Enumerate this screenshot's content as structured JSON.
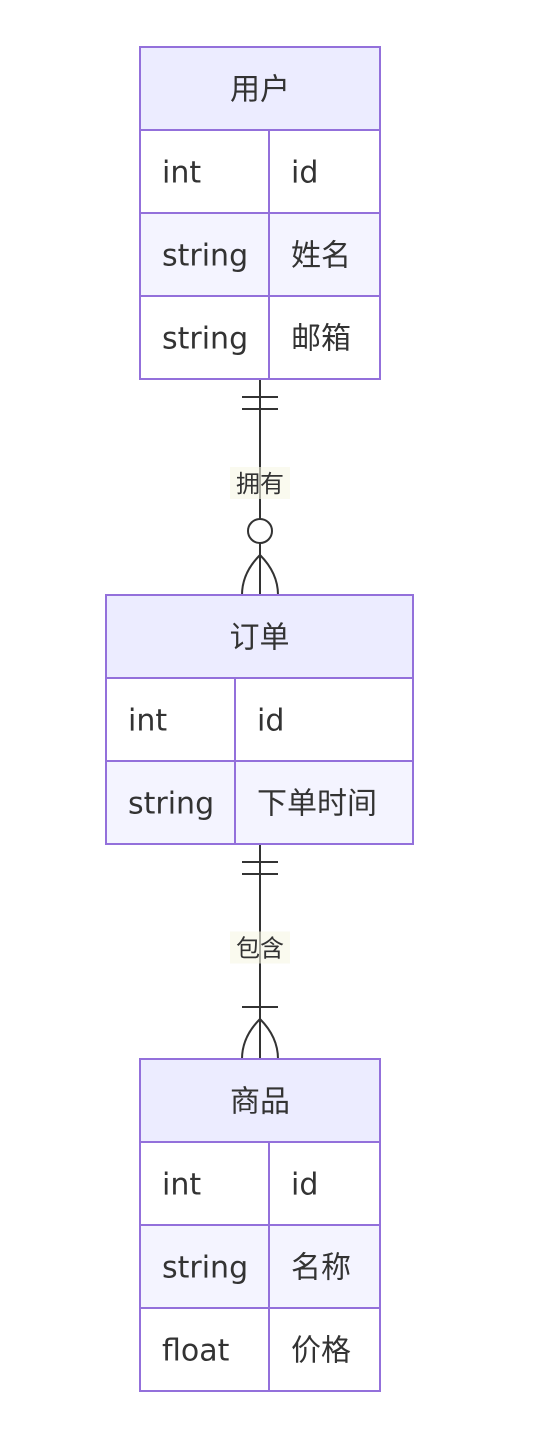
{
  "diagram": {
    "type": "er-diagram",
    "colors": {
      "header_fill": "#ECECFF",
      "row_odd_fill": "#FFFFFF",
      "row_even_fill": "#F4F4FF",
      "border": "#9370DB",
      "line": "#333333",
      "text": "#333333",
      "label_bg": "#F6F7E4"
    },
    "entities": [
      {
        "id": "user",
        "name": "用户",
        "attributes": [
          {
            "type": "int",
            "name": "id"
          },
          {
            "type": "string",
            "name": "姓名"
          },
          {
            "type": "string",
            "name": "邮箱"
          }
        ]
      },
      {
        "id": "order",
        "name": "订单",
        "attributes": [
          {
            "type": "int",
            "name": "id"
          },
          {
            "type": "string",
            "name": "下单时间"
          }
        ]
      },
      {
        "id": "product",
        "name": "商品",
        "attributes": [
          {
            "type": "int",
            "name": "id"
          },
          {
            "type": "string",
            "name": "名称"
          },
          {
            "type": "float",
            "name": "价格"
          }
        ]
      }
    ],
    "relationships": [
      {
        "from": "user",
        "to": "order",
        "label": "拥有",
        "from_cardinality": "exactly-one",
        "to_cardinality": "zero-or-more"
      },
      {
        "from": "order",
        "to": "product",
        "label": "包含",
        "from_cardinality": "exactly-one",
        "to_cardinality": "one-or-more"
      }
    ]
  }
}
